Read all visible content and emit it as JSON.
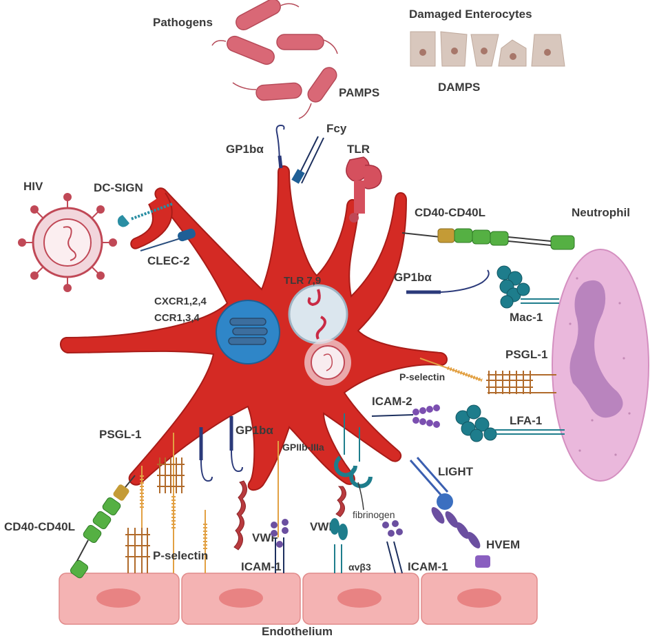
{
  "labels": {
    "pathogens": "Pathogens",
    "pamps": "PAMPS",
    "damaged_enterocytes": "Damaged Enterocytes",
    "damps": "DAMPS",
    "gp1ba_top": "GP1bα",
    "fcy": "Fcy",
    "tlr": "TLR",
    "hiv": "HIV",
    "dc_sign": "DC-SIGN",
    "clec2": "CLEC-2",
    "cd40_cd40l_right": "CD40-CD40L",
    "neutrophil": "Neutrophil",
    "tlr79": "TLR 7,9",
    "gp1ba_right": "GP1bα",
    "mac1": "Mac-1",
    "cxcr": "CXCR1,2,4",
    "ccr": "CCR1,3,4",
    "psgl1_right": "PSGL-1",
    "p_selectin_right": "P-selectin",
    "icam2": "ICAM-2",
    "lfa1": "LFA-1",
    "psgl1_left": "PSGL-1",
    "gp1ba_bottom": "GP1bα",
    "gpiib": "GPIIb-IIIa",
    "light": "LIGHT",
    "vwf_left": "VWF",
    "vwf_right": "VWF",
    "fibrinogen": "fibrinogen",
    "cd40_cd40l_left": "CD40-CD40L",
    "p_selectin_bottom": "P-selectin",
    "icam1_left": "ICAM-1",
    "avb3": "αvβ3",
    "icam1_right": "ICAM-1",
    "hvem": "HVEM",
    "endothelium": "Endothelium"
  },
  "colors": {
    "platelet": "#d42a24",
    "platelet_dark": "#a81c18",
    "nucleus_blue": "#2f86c8",
    "neutrophil": "#eab8dc",
    "endothelium": "#f4b3b3",
    "pathogen": "#d96876",
    "enterocyte": "#d8c7bd",
    "teal": "#1e7d8c",
    "orange": "#e2a042",
    "green": "#55b043",
    "purple": "#6b4fa0",
    "navy": "#2b3a7a"
  }
}
